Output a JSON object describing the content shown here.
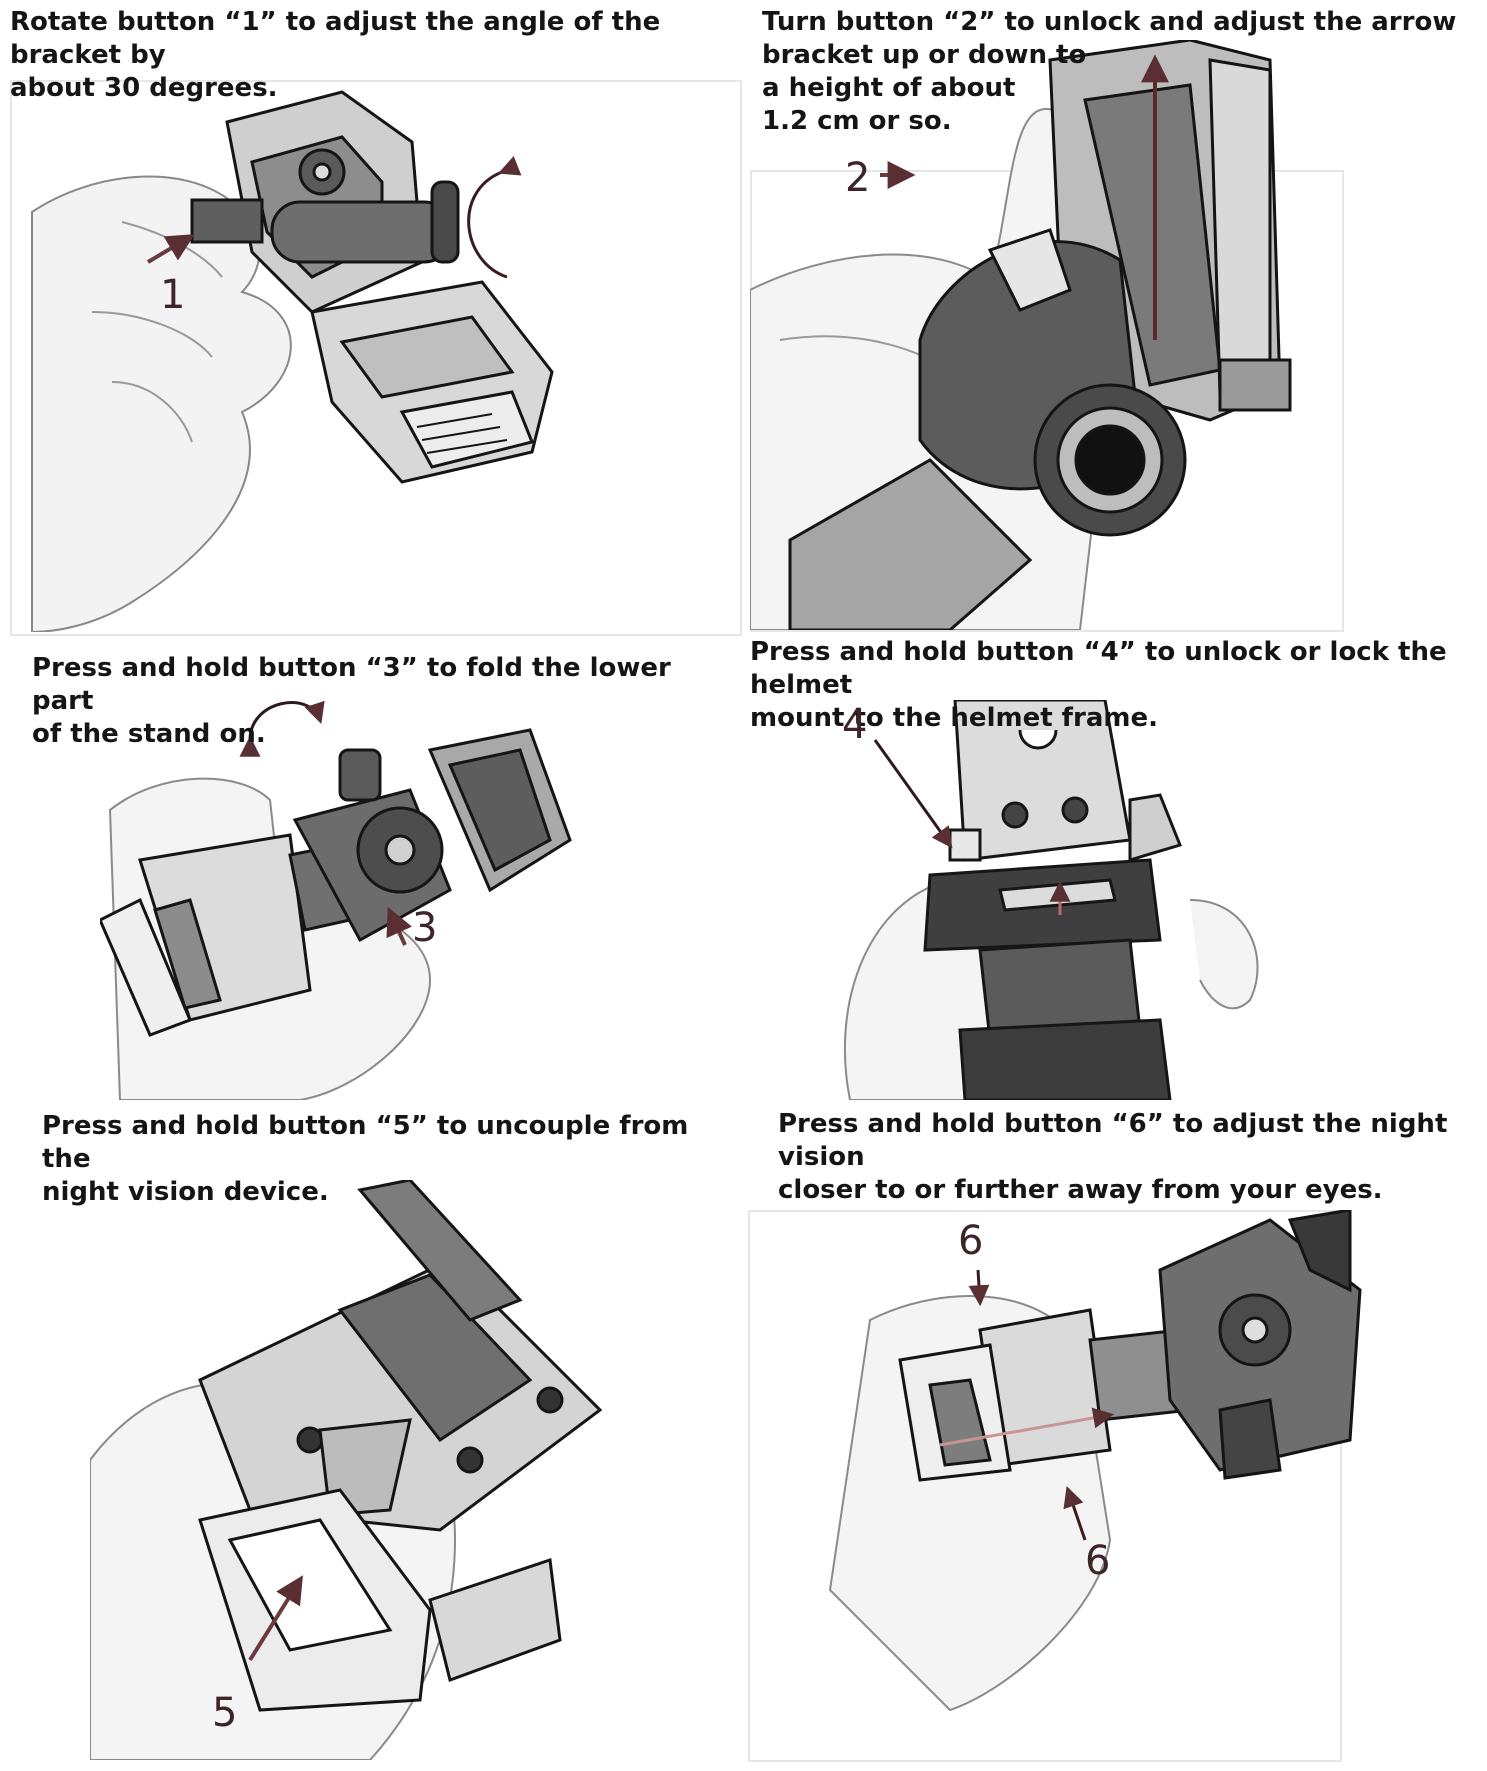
{
  "steps": [
    {
      "id": "step-1",
      "caption": "Rotate button “1” to adjust the angle of the bracket by\nabout 30 degrees.",
      "callouts": [
        "1"
      ]
    },
    {
      "id": "step-2",
      "caption": "Turn button “2” to unlock and adjust the arrow\nbracket up or down to\na height of about\n1.2 cm or so.",
      "callouts": [
        "2"
      ]
    },
    {
      "id": "step-3",
      "caption": "Press and hold button “3” to fold the lower part\nof the stand on.",
      "callouts": [
        "3"
      ]
    },
    {
      "id": "step-4",
      "caption": "Press and hold button “4” to unlock or lock the helmet\nmount to the helmet frame.",
      "callouts": [
        "4"
      ]
    },
    {
      "id": "step-5",
      "caption": "Press and hold button “5” to uncouple from the\nnight vision device.",
      "callouts": [
        "5"
      ]
    },
    {
      "id": "step-6",
      "caption": "Press and hold button “6” to adjust the night vision\ncloser to or further away from your eyes.",
      "callouts": [
        "6",
        "6"
      ]
    }
  ],
  "colors": {
    "arrow": "#6b3a3d",
    "line": "#1a1a1a",
    "hand": "#f4f4f4"
  }
}
